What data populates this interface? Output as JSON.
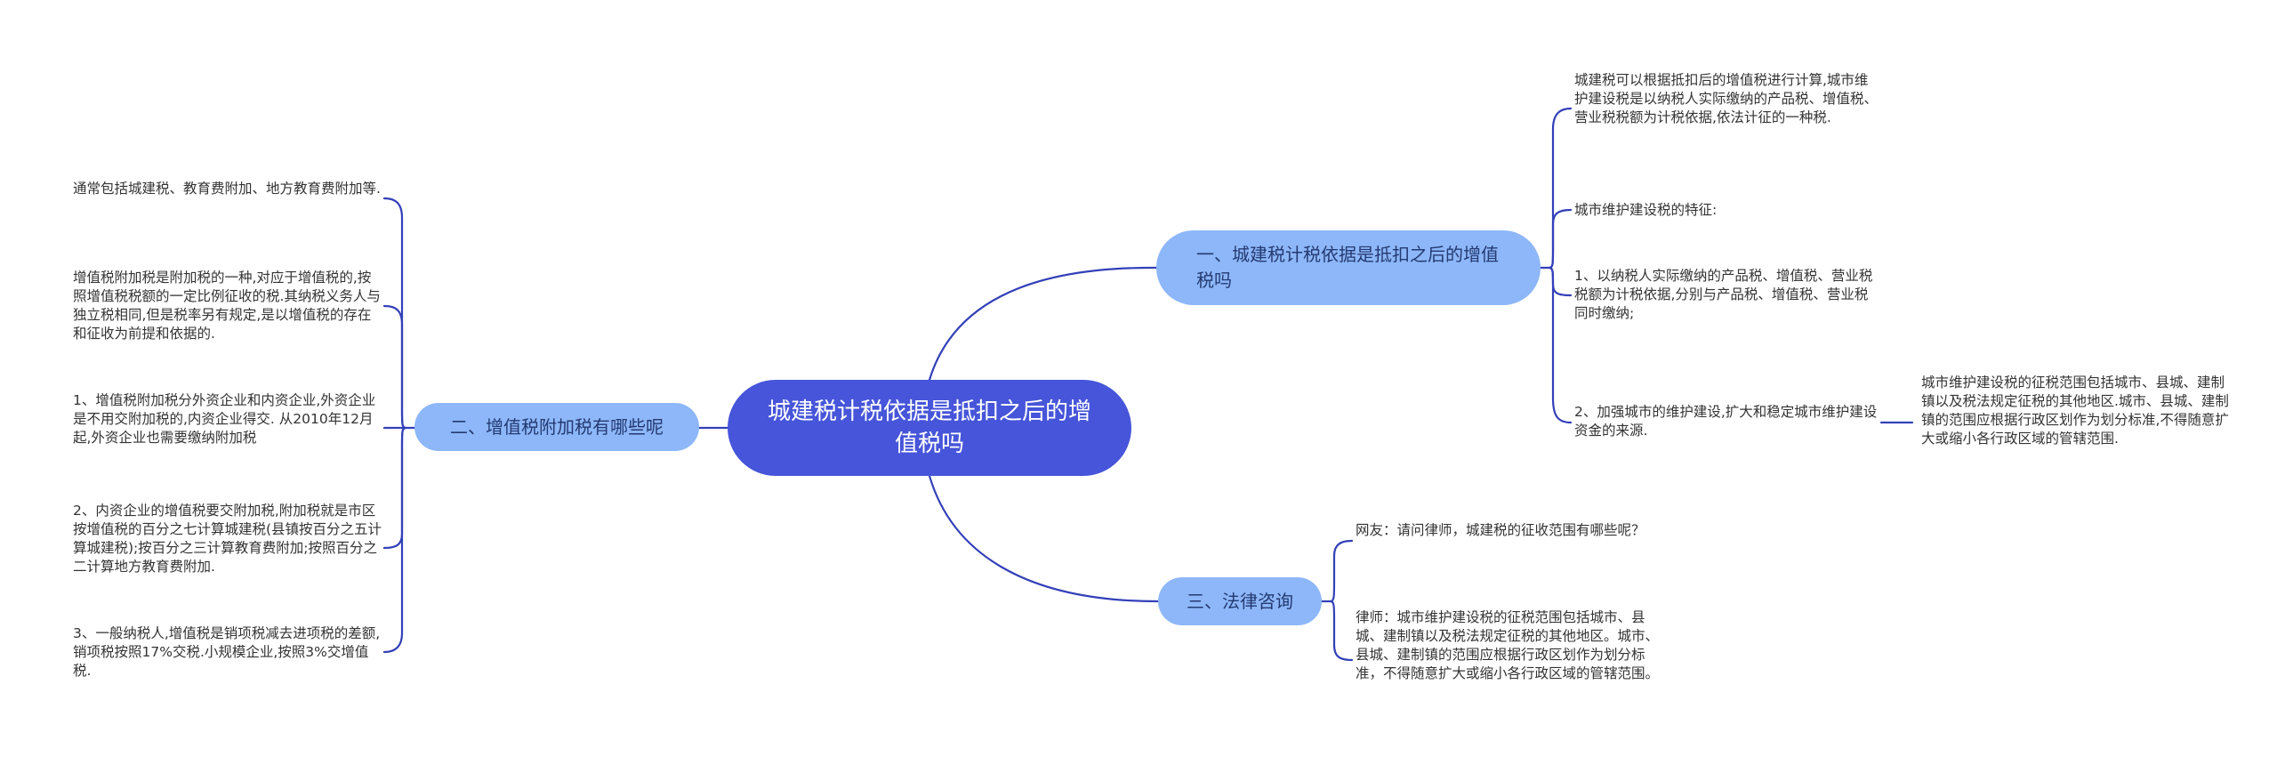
{
  "root": {
    "text": "城建税计税依据是抵扣之后的增值税吗"
  },
  "branches": [
    {
      "label": "一、城建税计税依据是抵扣之后的增值税吗",
      "leaves": [
        "城建税可以根据抵扣后的增值税进行计算,城市维护建设税是以纳税人实际缴纳的产品税、增值税、营业税税额为计税依据,依法计征的一种税.",
        "城市维护建设税的特征:",
        "1、以纳税人实际缴纳的产品税、增值税、营业税税额为计税依据,分别与产品税、增值税、营业税同时缴纳;",
        "2、加强城市的维护建设,扩大和稳定城市维护建设资金的来源."
      ],
      "subleaf": "城市维护建设税的征税范围包括城市、县城、建制镇以及税法规定征税的其他地区.城市、县城、建制镇的范围应根据行政区划作为划分标准,不得随意扩大或缩小各行政区域的管辖范围."
    },
    {
      "label": "二、增值税附加税有哪些呢",
      "leaves": [
        "通常包括城建税、教育费附加、地方教育费附加等.",
        "增值税附加税是附加税的一种,对应于增值税的,按照增值税税额的一定比例征收的税.其纳税义务人与独立税相同,但是税率另有规定,是以增值税的存在和征收为前提和依据的.",
        "1、增值税附加税分外资企业和内资企业,外资企业是不用交附加税的,内资企业得交. 从2010年12月起,外资企业也需要缴纳附加税",
        "2、内资企业的增值税要交附加税,附加税就是市区按增值税的百分之七计算城建税(县镇按百分之五计算城建税);按百分之三计算教育费附加;按照百分之二计算地方教育费附加.",
        "3、一般纳税人,增值税是销项税减去进项税的差额,销项税按照17%交税.小规模企业,按照3%交增值税."
      ]
    },
    {
      "label": "三、法律咨询",
      "leaves": [
        "网友：请问律师，城建税的征收范围有哪些呢？",
        "律师：城市维护建设税的征税范围包括城市、县城、建制镇以及税法规定征税的其他地区。城市、县城、建制镇的范围应根据行政区划作为划分标准，不得随意扩大或缩小各行政区域的管辖范围。"
      ]
    }
  ],
  "colors": {
    "root": "#4655d9",
    "branch": "#8db7f8",
    "line": "#3340b8",
    "text": "#333333"
  }
}
